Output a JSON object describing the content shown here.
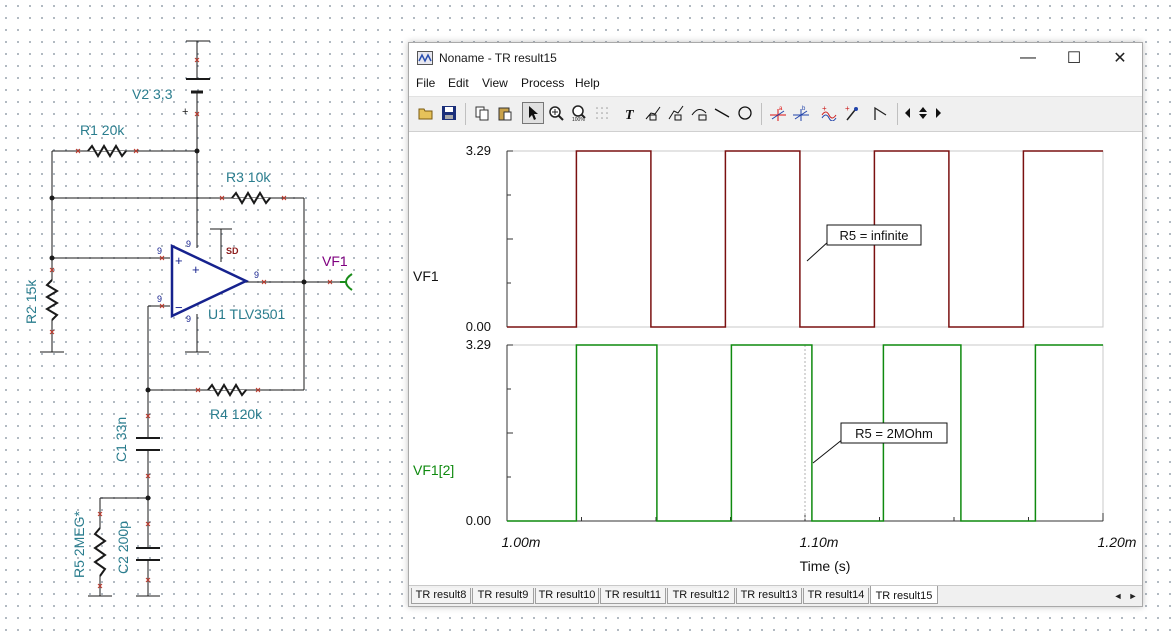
{
  "schematic": {
    "v2_label": "V2 3,3",
    "v2_plus": "+",
    "r1_label": "R1 20k",
    "r3_label": "R3 10k",
    "r2_label": "R2 15k",
    "r4_label": "R4 120k",
    "c1_label": "C1 33n",
    "c2_label": "C2 200p",
    "r5_label": "R5 2MEG*",
    "u1_label": "U1 TLV3501",
    "vf1_label": "VF1",
    "sd_label": "SD",
    "pin_labels": [
      "9",
      "9",
      "9",
      "9",
      "9"
    ],
    "opamp_plus": "+",
    "opamp_minus": "−",
    "opamp_inner_plus": "+",
    "colors": {
      "wire": "#1a1a1a",
      "label": "#2a7d8e",
      "opamp": "#16228e",
      "vf1": "#800080",
      "vf1_marker": "#1a8c1a"
    }
  },
  "window": {
    "title": "Noname - TR result15",
    "controls": {
      "minimize": "—",
      "maximize": "☐",
      "close": "✕"
    },
    "menu": [
      "File",
      "Edit",
      "View",
      "Process",
      "Help"
    ],
    "toolbar_icons": [
      "open-folder-icon",
      "save-icon",
      "copy-icon",
      "paste-icon",
      "pointer-icon",
      "zoom-in-icon",
      "zoom-100-icon",
      "grid-icon",
      "text-icon",
      "curve-marker-icon",
      "curve-marker-2-icon",
      "line-marker-icon",
      "line-icon",
      "circle-icon",
      "cursor-a-icon",
      "cursor-b-icon",
      "add-curve-icon",
      "probe-icon",
      "ramp-icon",
      "scroll-left-icon",
      "scroll-updown-icon",
      "scroll-right-icon"
    ],
    "tabs": [
      "TR result8",
      "TR result9",
      "TR result10",
      "TR result11",
      "TR result12",
      "TR result13",
      "TR result14",
      "TR result15"
    ],
    "active_tab": "TR result15",
    "tab_nav": {
      "left": "◄",
      "right": "►"
    }
  },
  "chart_data": [
    {
      "type": "line",
      "ylabel": "VF1",
      "xlabel": "Time (s)",
      "xlim": [
        1.0,
        1.2
      ],
      "ylim": [
        0.0,
        3.29
      ],
      "ytick_labels": [
        "3.29",
        "0.00"
      ],
      "annotation": "R5 = infinite",
      "color": "#7a1010",
      "x": [
        1.0,
        1.0233,
        1.0233,
        1.0483,
        1.0483,
        1.0733,
        1.0733,
        1.0983,
        1.0983,
        1.1233,
        1.1233,
        1.1483,
        1.1483,
        1.1733,
        1.1733,
        1.2
      ],
      "y": [
        0,
        0,
        3.29,
        3.29,
        0,
        0,
        3.29,
        3.29,
        0,
        0,
        3.29,
        3.29,
        0,
        0,
        3.29,
        3.29
      ]
    },
    {
      "type": "line",
      "ylabel": "VF1[2]",
      "xlabel": "Time (s)",
      "xlim": [
        1.0,
        1.2
      ],
      "ylim": [
        0.0,
        3.29
      ],
      "ytick_labels": [
        "3.29",
        "0.00"
      ],
      "xtick_labels": [
        "1.00m",
        "1.10m",
        "1.20m"
      ],
      "annotation": "R5 = 2MOhm",
      "color": "#0f8a0f",
      "x": [
        1.0,
        1.0233,
        1.0233,
        1.0503,
        1.0503,
        1.0753,
        1.0753,
        1.1023,
        1.1023,
        1.1263,
        1.1263,
        1.1523,
        1.1523,
        1.1773,
        1.1773,
        1.2
      ],
      "y": [
        0,
        0,
        3.29,
        3.29,
        0,
        0,
        3.29,
        3.29,
        0,
        0,
        3.29,
        3.29,
        0,
        0,
        3.29,
        3.29
      ]
    }
  ]
}
